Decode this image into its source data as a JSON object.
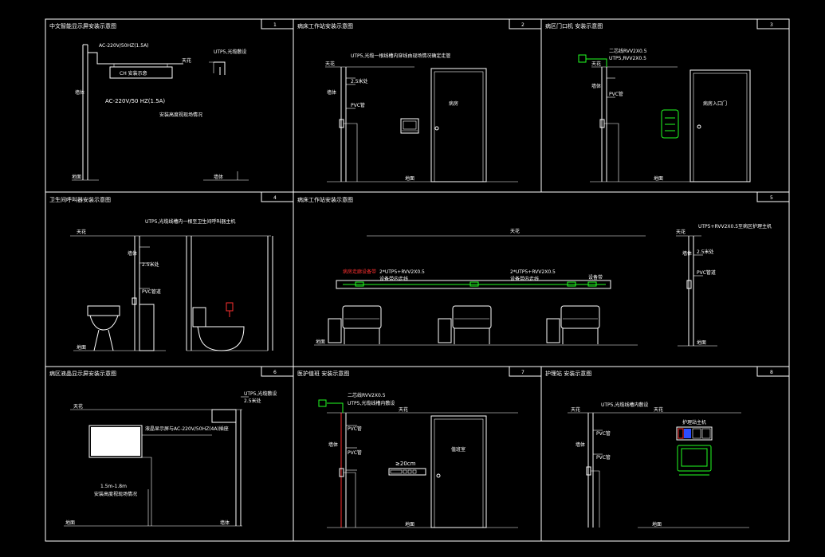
{
  "panels": [
    {
      "num": "1",
      "title": "中文智能显示屏安装示意图",
      "labels": [
        "AC-220V/50HZ(1.5A)",
        "CH  安装示意",
        "UTP5,光缆敷设",
        "天花",
        "墙体",
        "AC-220V/50 HZ(1.5A)",
        "安装高度视现场情况",
        "地面",
        "墙体"
      ]
    },
    {
      "num": "2",
      "title": "病床工作站安装示意图",
      "labels": [
        "UTP5,光缆一根线槽内穿线由现场情况确定走管",
        "天花",
        "2.5米处",
        "PVC管",
        "病房",
        "墙体",
        "地面"
      ]
    },
    {
      "num": "3",
      "title": "病区门口机 安装示意图",
      "labels": [
        "二芯线RVV2X0.5",
        "UTP5,RVV2X0.5",
        "天花",
        "PVC管",
        "病房入口门",
        "墙体",
        "地面"
      ]
    },
    {
      "num": "4",
      "title": "卫生间呼叫器安装示意图",
      "labels": [
        "UTP5,光缆线槽内一根至卫生间呼叫器主机",
        "天花",
        "墙体",
        "2.5米处",
        "PVC管道",
        "地面"
      ]
    },
    {
      "num": "5",
      "title": "病床工作站安装示意图",
      "labels": [
        "天花",
        "2*UTP5+RVV2X0.5",
        "设备带内走线",
        "病房走廊设备带",
        "2*UTP5+RVV2X0.5",
        "设备带内走线",
        "设备带",
        "地面",
        "UTP5+RVV2X0.5至病区护理主机",
        "天花",
        "墙体",
        "2.5米处",
        "PVC管道",
        "地面"
      ]
    },
    {
      "num": "6",
      "title": "病区液晶显示屏安装示意图",
      "labels": [
        "天花",
        "UTP5,光缆敷设",
        "2.5米处",
        "液晶显示屏与AC-220V/50HZ(4A)插座",
        "1.5m-1.8m",
        "安装高度视现场情况",
        "墙体",
        "地面"
      ]
    },
    {
      "num": "7",
      "title": "医护值班 安装示意图",
      "labels": [
        "二芯线RVV2X0.5",
        "UTP5,光缆线槽内敷设",
        "天花",
        "PVC管",
        "PVC管",
        "≥20cm",
        "值班室",
        "墙体",
        "地面"
      ]
    },
    {
      "num": "8",
      "title": "护理站 安装示意图",
      "labels": [
        "UTP5,光缆线槽内敷设",
        "天花",
        "天花",
        "护理站主机",
        "PVC管",
        "PVC管",
        "墙体",
        "地面"
      ]
    }
  ],
  "colors": {
    "line": "#ffffff",
    "device": "#22ff22",
    "alarm": "#ff3030",
    "background": "#000000"
  }
}
